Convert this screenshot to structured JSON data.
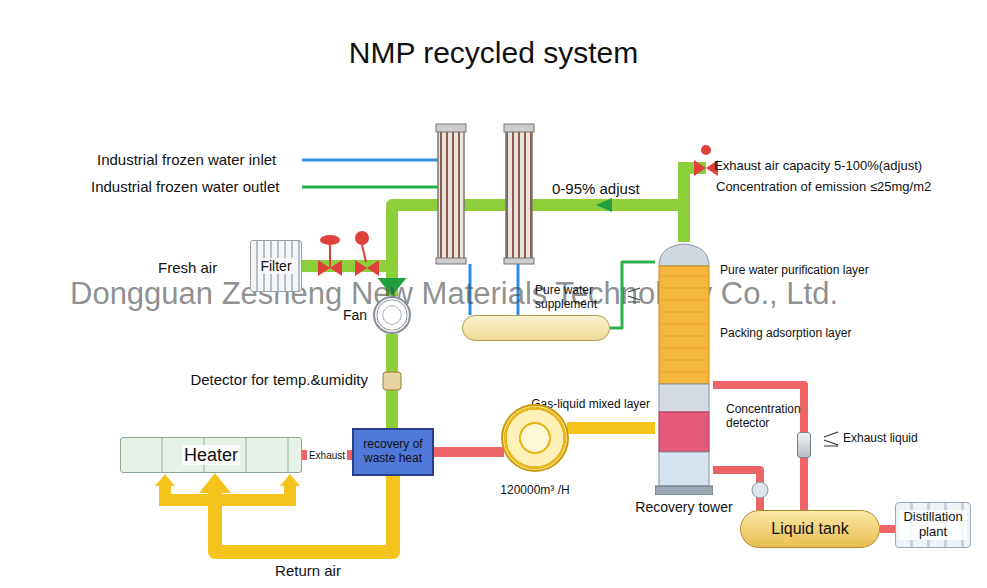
{
  "diagram": {
    "title": "NMP recycled system",
    "nodes": [
      {
        "text": [
          "Filter"
        ]
      },
      {
        "text": [
          "Fan"
        ]
      },
      {
        "text": [
          "Pure water supplement"
        ]
      },
      {
        "text": [
          "Recovery tower"
        ]
      },
      {
        "text": [
          "Concentration detector"
        ]
      },
      {
        "text": [
          "Heater"
        ]
      },
      {
        "text": [
          "recovery of waste heat"
        ]
      },
      {
        "text": [
          "120000m³ /H"
        ]
      },
      {
        "text": [
          "Liquid tank"
        ]
      },
      {
        "text": [
          "Distillation plant"
        ]
      }
    ],
    "edges": [
      {
        "from": 0,
        "to": 1,
        "arrow": "none"
      },
      {
        "from": 3,
        "to": 1,
        "arrow": "to"
      },
      {
        "from": 2,
        "to": 3,
        "arrow": "none"
      },
      {
        "from": 1,
        "to": 6,
        "arrow": "none"
      },
      {
        "from": 5,
        "to": 6,
        "label": "Exhaust",
        "arrow": "none"
      },
      {
        "from": 6,
        "to": 7,
        "arrow": "none"
      },
      {
        "from": 7,
        "to": 3,
        "arrow": "none"
      },
      {
        "from": 6,
        "to": 5,
        "label": "Return air",
        "arrow": "to"
      },
      {
        "from": 3,
        "to": 4,
        "arrow": "none"
      },
      {
        "from": 4,
        "to": 8,
        "arrow": "none"
      },
      {
        "from": 3,
        "to": 8,
        "arrow": "none"
      },
      {
        "from": 8,
        "to": 9,
        "arrow": "none"
      }
    ],
    "labels": [
      "Industrial frozen water inlet",
      "Industrial frozen water outlet",
      "0-95% adjust",
      "Exhaust air capacity 5-100%(adjust)",
      "Concentration of emission ≤25mg/m2",
      "Fresh air",
      "Pure water purification layer",
      "Packing adsorption layer",
      "Gas-liquid mixed layer",
      "Exhaust liquid",
      "Detector for temp.&umidity",
      "Dongguan Zesheng New Materials Technology Co., Ltd."
    ]
  }
}
